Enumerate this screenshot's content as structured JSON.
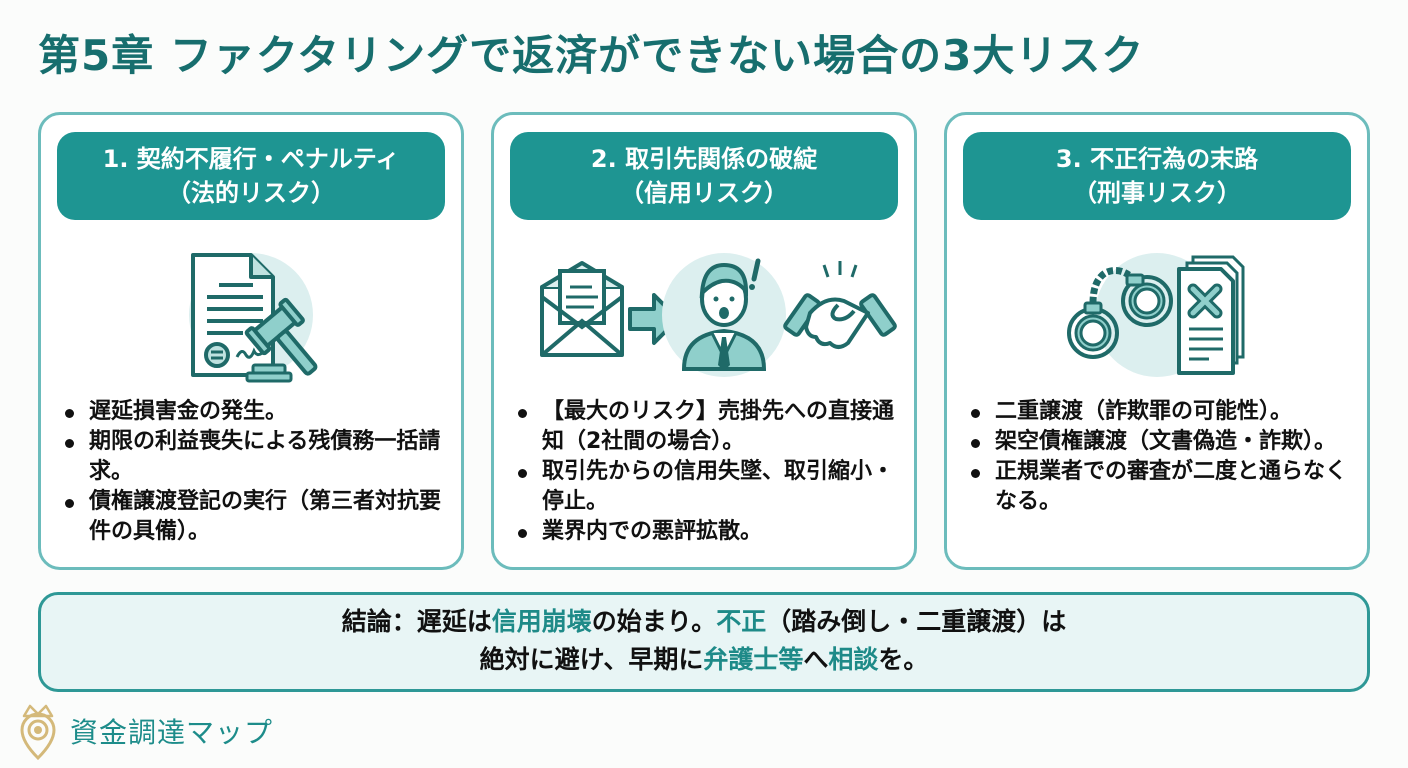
{
  "title": "第5章 ファクタリングで返済ができない場合の3大リスク",
  "cards": [
    {
      "heading_line1": "1. 契約不履行・ペナルティ",
      "heading_line2": "（法的リスク）",
      "icon": "contract-gavel-icon",
      "bullets": [
        "遅延損害金の発生。",
        "期限の利益喪失による残債務一括請求。",
        "債権譲渡登記の実行（第三者対抗要件の具備）。"
      ]
    },
    {
      "heading_line1": "2. 取引先関係の破綻",
      "heading_line2": "（信用リスク）",
      "icon": "envelope-arrow-surprised-person-handshake-icon",
      "bullets": [
        "【最大のリスク】売掛先への直接通知（2社間の場合）。",
        "取引先からの信用失墜、取引縮小・停止。",
        "業界内での悪評拡散。"
      ]
    },
    {
      "heading_line1": "3. 不正行為の末路",
      "heading_line2": "（刑事リスク）",
      "icon": "handcuffs-rejected-documents-icon",
      "bullets": [
        "二重譲渡（詐欺罪の可能性）。",
        "架空債権譲渡（文書偽造・詐欺）。",
        "正規業者での審査が二度と通らなくなる。"
      ]
    }
  ],
  "conclusion": {
    "line1": [
      {
        "text": "結論：遅延は",
        "highlight": false
      },
      {
        "text": "信用崩壊",
        "highlight": true
      },
      {
        "text": "の始まり。",
        "highlight": false
      },
      {
        "text": "不正",
        "highlight": true
      },
      {
        "text": "（踏み倒し・二重譲渡）は",
        "highlight": false
      }
    ],
    "line2": [
      {
        "text": "絶対に避け、早期に",
        "highlight": false
      },
      {
        "text": "弁護士等",
        "highlight": true
      },
      {
        "text": "へ",
        "highlight": false
      },
      {
        "text": "相談",
        "highlight": true
      },
      {
        "text": "を。",
        "highlight": false
      }
    ]
  },
  "brand": {
    "name": "資金調達マップ",
    "logo": "crown-map-pin-icon"
  },
  "colors": {
    "title": "#176e6e",
    "pill": "#1e9592",
    "card_border": "#6cbcbc",
    "highlight": "#1e8a88",
    "conclusion_bg": "#e8f5f5",
    "brand_gold": "#d4b97a"
  }
}
